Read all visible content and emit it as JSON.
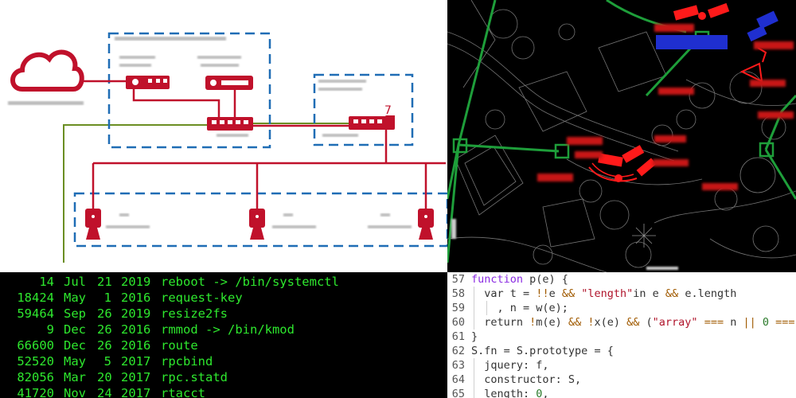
{
  "panels": {
    "diagram": {
      "marker_label": "7"
    },
    "terminal": {
      "rows": [
        {
          "size": "14",
          "month": "Jul",
          "day": "21",
          "year": "2019",
          "name": "reboot -> /bin/systemctl"
        },
        {
          "size": "18424",
          "month": "May",
          "day": "1",
          "year": "2016",
          "name": "request-key"
        },
        {
          "size": "59464",
          "month": "Sep",
          "day": "26",
          "year": "2019",
          "name": "resize2fs"
        },
        {
          "size": "9",
          "month": "Dec",
          "day": "26",
          "year": "2016",
          "name": "rmmod -> /bin/kmod"
        },
        {
          "size": "66600",
          "month": "Dec",
          "day": "26",
          "year": "2016",
          "name": "route"
        },
        {
          "size": "52520",
          "month": "May",
          "day": "5",
          "year": "2017",
          "name": "rpcbind"
        },
        {
          "size": "82056",
          "month": "Mar",
          "day": "20",
          "year": "2017",
          "name": "rpc.statd"
        },
        {
          "size": "41720",
          "month": "Nov",
          "day": "24",
          "year": "2017",
          "name": "rtacct"
        }
      ]
    },
    "code": {
      "lines": [
        {
          "n": "57",
          "text": "function p(e) {"
        },
        {
          "n": "58",
          "text": "  var t = !!e && \"length\"in e && e.length"
        },
        {
          "n": "59",
          "text": "    , n = w(e);"
        },
        {
          "n": "60",
          "text": "  return !m(e) && !x(e) && (\"array\" === n || 0 ==="
        },
        {
          "n": "61",
          "text": "}"
        },
        {
          "n": "62",
          "text": "S.fn = S.prototype = {"
        },
        {
          "n": "63",
          "text": "  jquery: f,"
        },
        {
          "n": "64",
          "text": "  constructor: S,"
        },
        {
          "n": "65",
          "text": "  length: 0,"
        }
      ],
      "colors": {
        "keyword": "#8a2be2",
        "string": "#b0142b",
        "operator": "#a05a00",
        "number": "#2a7a2a",
        "plain": "#333333"
      }
    }
  },
  "colors": {
    "diagram_red": "#c0112b",
    "diagram_blue": "#1f6db5",
    "diagram_green": "#6b8e23",
    "cad_green": "#1e9e3a",
    "cad_red": "#ff1a1a",
    "terminal_green": "#2ee82e"
  },
  "icons": [
    "cloud-icon",
    "router-icon",
    "recorder-icon",
    "switch-icon",
    "camera-icon"
  ]
}
